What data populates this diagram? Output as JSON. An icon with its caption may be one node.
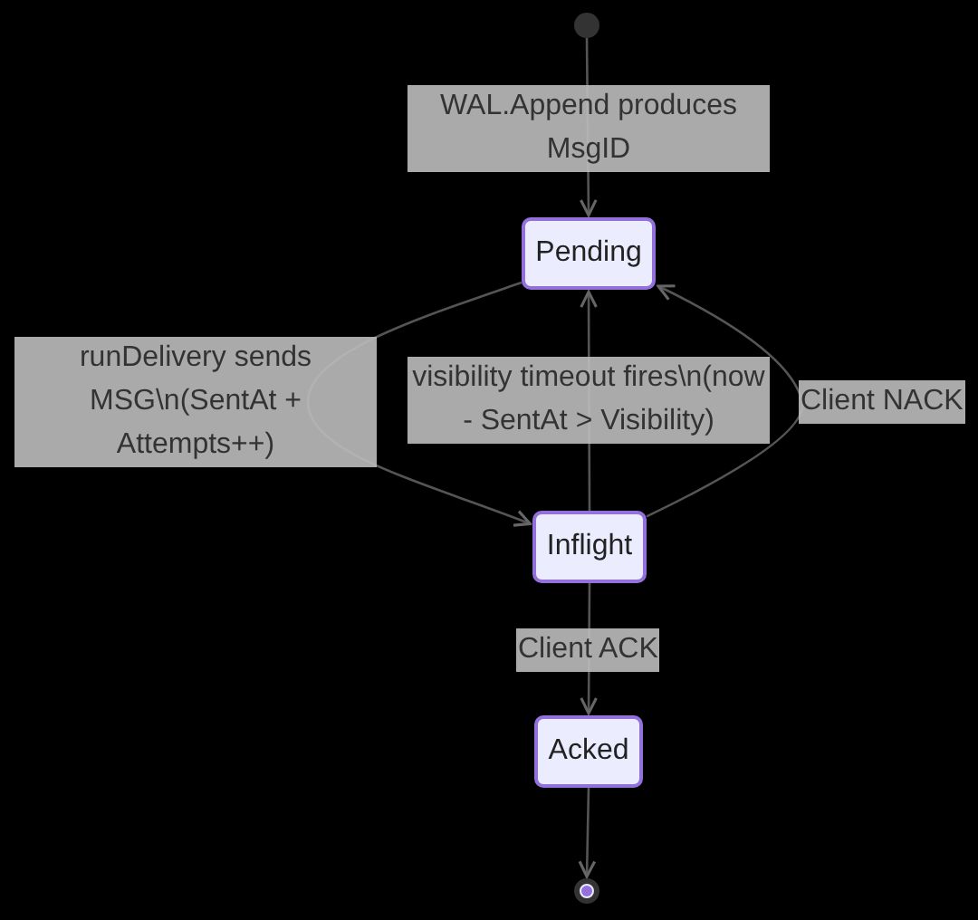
{
  "diagram": {
    "nodes": [
      {
        "text": [],
        "shape": "circle"
      },
      {
        "text": [
          "Pending"
        ]
      },
      {
        "text": [
          "Inflight"
        ]
      },
      {
        "text": [
          "Acked"
        ]
      },
      {
        "text": [],
        "shape": "circle"
      }
    ],
    "edges": [
      {
        "from": 0,
        "to": 1,
        "arrow": "to",
        "label": "WAL.Append produces MsgID"
      },
      {
        "from": 1,
        "to": 2,
        "arrow": "to",
        "label": "runDelivery sends MSG\\n(SentAt + Attempts++)"
      },
      {
        "from": 2,
        "to": 1,
        "arrow": "to",
        "label": "visibility timeout fires\\n(now - SentAt > Visibility)"
      },
      {
        "from": 2,
        "to": 1,
        "arrow": "to",
        "label": "Client NACK"
      },
      {
        "from": 2,
        "to": 3,
        "arrow": "to",
        "label": "Client ACK"
      },
      {
        "from": 3,
        "to": 4,
        "arrow": "to"
      }
    ]
  }
}
